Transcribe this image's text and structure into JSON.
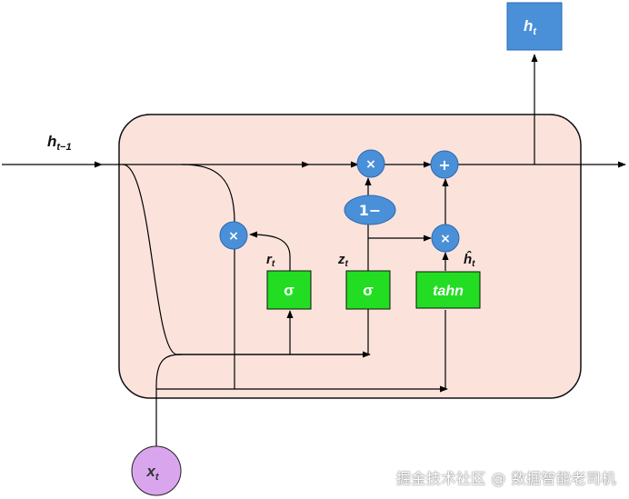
{
  "labels": {
    "h_prev_main": "h",
    "h_prev_sub": "t−1",
    "h_out_main": "h",
    "h_out_sub": "t",
    "x_main": "x",
    "x_sub": "t",
    "r_main": "r",
    "r_sub": "t",
    "z_main": "z",
    "z_sub": "t",
    "hhat_main": "ĥ",
    "hhat_sub": "t"
  },
  "gates": {
    "reset": "σ",
    "update": "σ",
    "candidate": "tahn"
  },
  "operators": {
    "mult_reset": "×",
    "mult_update": "×",
    "mult_candidate": "×",
    "add": "+",
    "one_minus": "1−"
  },
  "watermark": "掘金技术社区 @ 数据智能老司机",
  "colors": {
    "cell_fill": "#fbe3dc",
    "cell_stroke": "#111111",
    "gate_fill": "#22dd22",
    "op_fill": "#4a90d9",
    "output_fill": "#4a90d9",
    "input_fill": "#d9a6ee",
    "line": "#000000"
  }
}
